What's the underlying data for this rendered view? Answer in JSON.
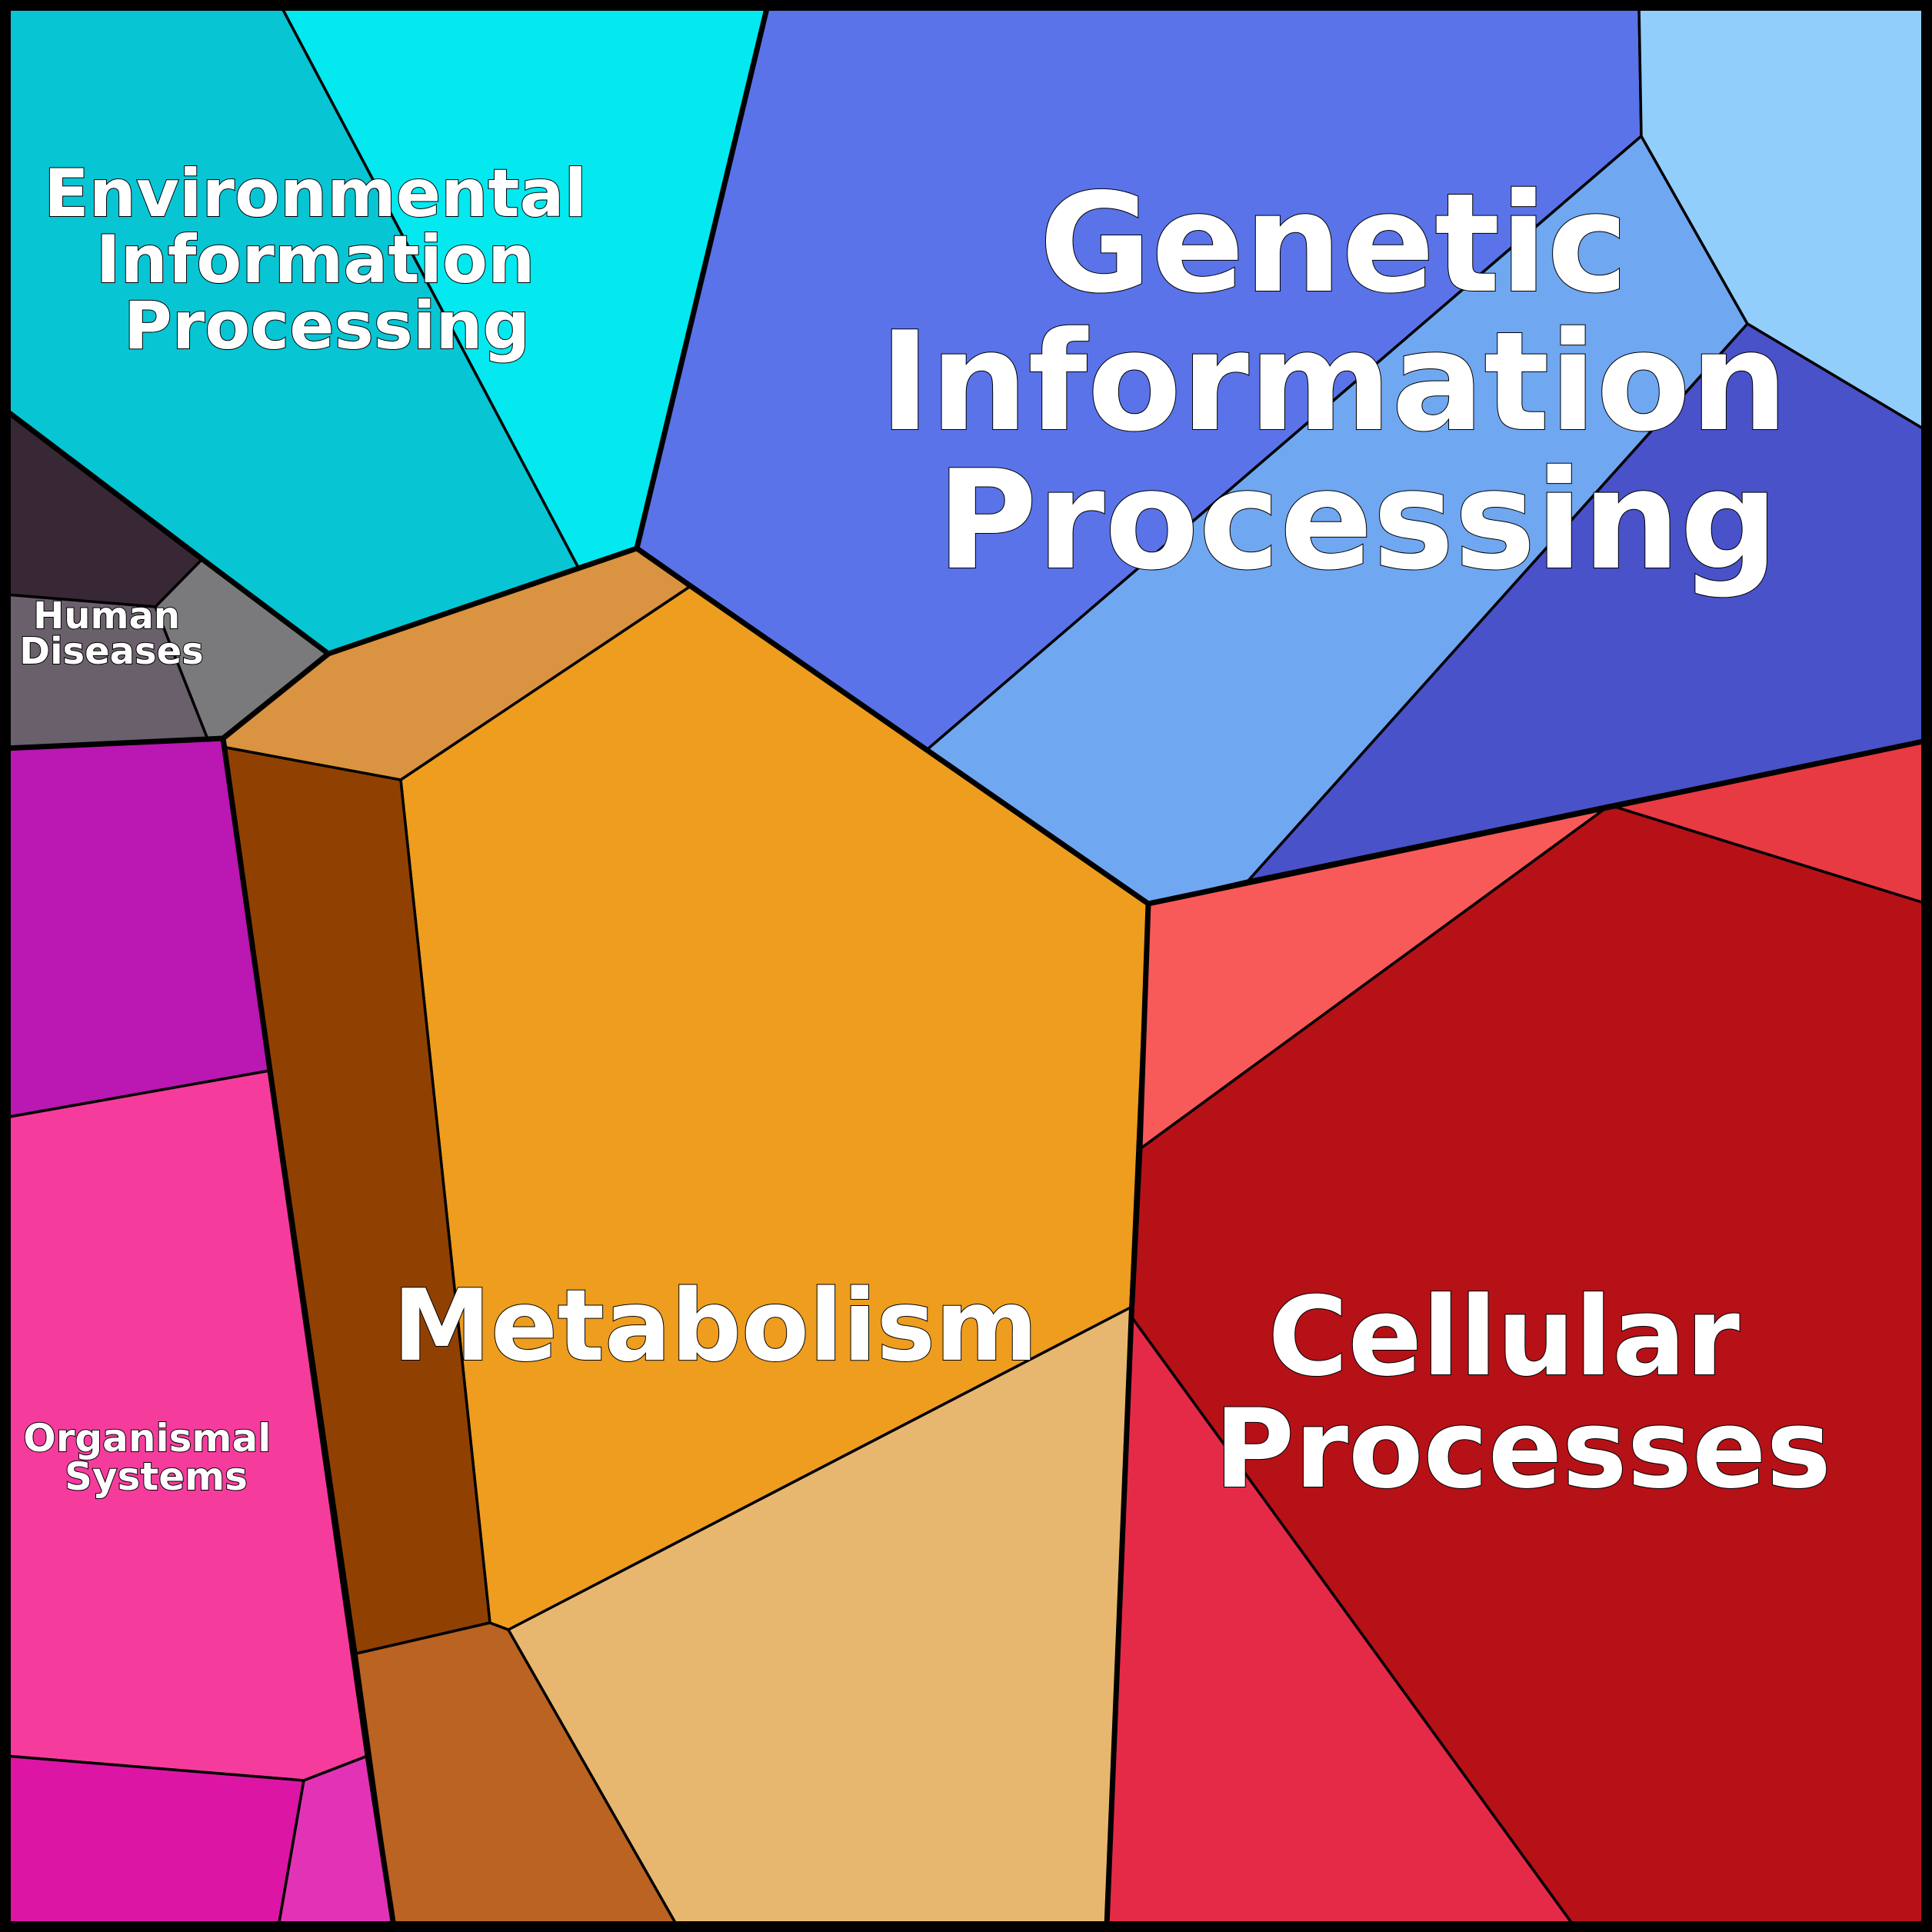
{
  "categories": {
    "genetic": {
      "lines": [
        "Genetic",
        "Information",
        "Processing"
      ]
    },
    "environmental": {
      "lines": [
        "Environmental",
        "Information",
        "Processing"
      ]
    },
    "human_diseases": {
      "lines": [
        "Human",
        "Diseases"
      ]
    },
    "metabolism": {
      "lines": [
        "Metabolism"
      ]
    },
    "cellular": {
      "lines": [
        "Cellular",
        "Processes"
      ]
    },
    "organismal": {
      "lines": [
        "Organismal",
        "Systems"
      ]
    }
  },
  "colors": {
    "environmental_left": "#08c5d4",
    "environmental_right": "#04e8ef",
    "genetic_main": "#5a73e9",
    "genetic_light": "#70a7f1",
    "genetic_dark": "#4952c8",
    "genetic_pale": "#92cefb",
    "human_diseases_dark": "#382835",
    "human_diseases_grey": "#7a797b",
    "human_diseases_mauve": "#6a606b",
    "metabolism_light_brown": "#da9340",
    "metabolism_main": "#ee9d1e",
    "metabolism_dark": "#904102",
    "metabolism_sienna": "#ba6322",
    "metabolism_tan": "#e8b76f",
    "cellular_main": "#b51117",
    "cellular_coral": "#f85a59",
    "cellular_red": "#e83a42",
    "cellular_crimson": "#e52a48",
    "organismal_purple": "#bb17b3",
    "organismal_pink": "#f53c9d",
    "organismal_magenta": "#dc15a5",
    "organismal_orchid": "#e233b6"
  }
}
